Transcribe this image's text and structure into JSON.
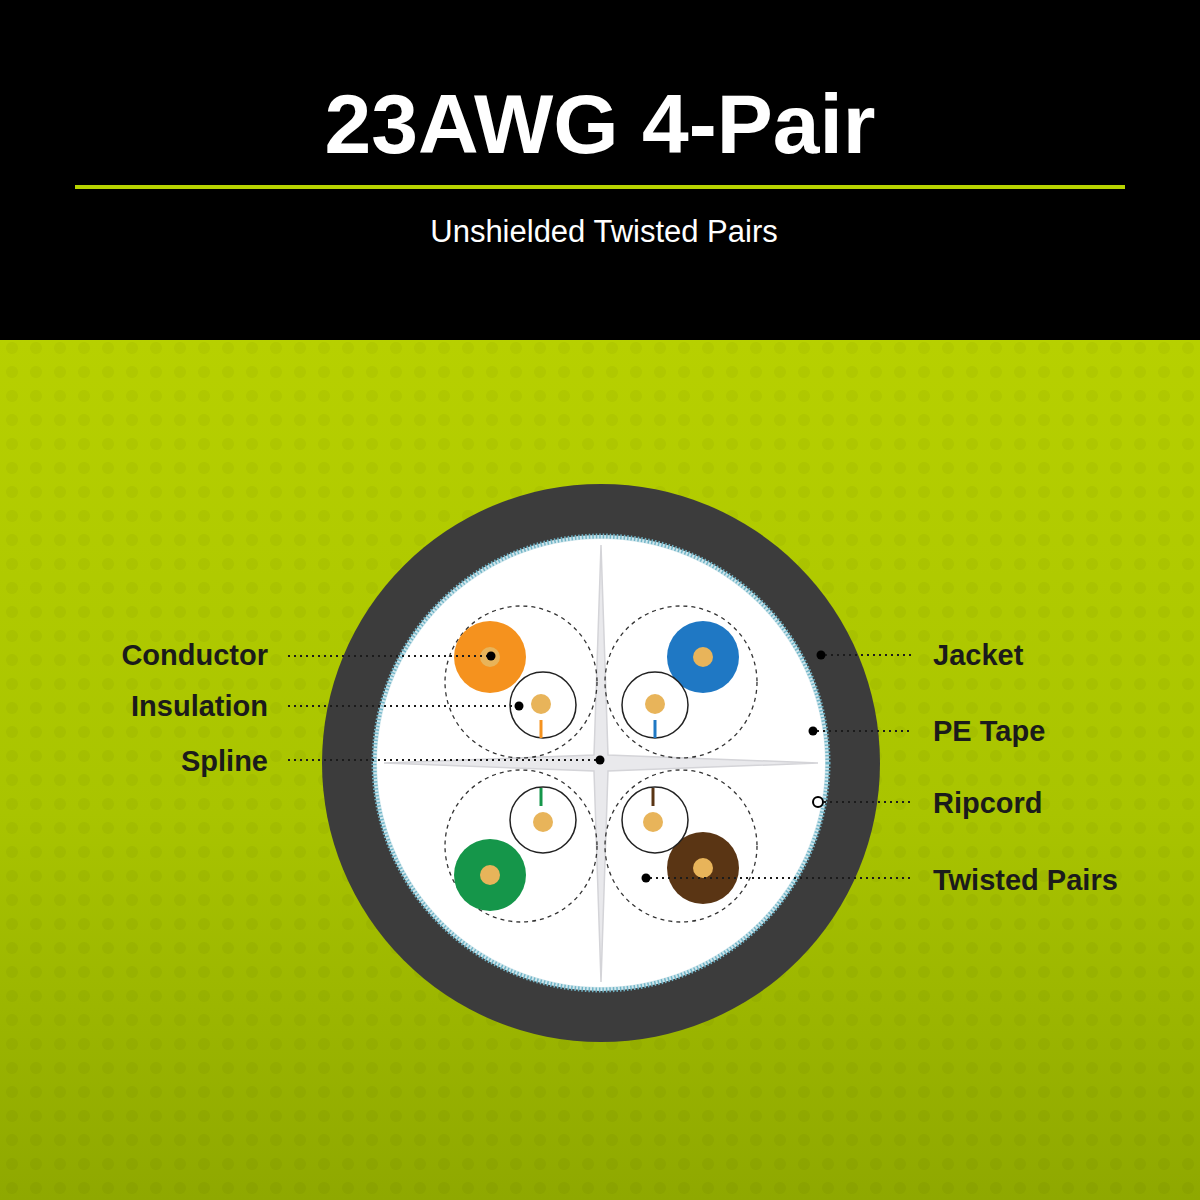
{
  "diagram": {
    "title": "23AWG 4-Pair",
    "labels": [
      "Unshielded Twisted Pairs",
      "Conductor",
      "Insulation",
      "Spline",
      "Jacket",
      "PE Tape",
      "Ripcord",
      "Twisted Pairs"
    ]
  }
}
